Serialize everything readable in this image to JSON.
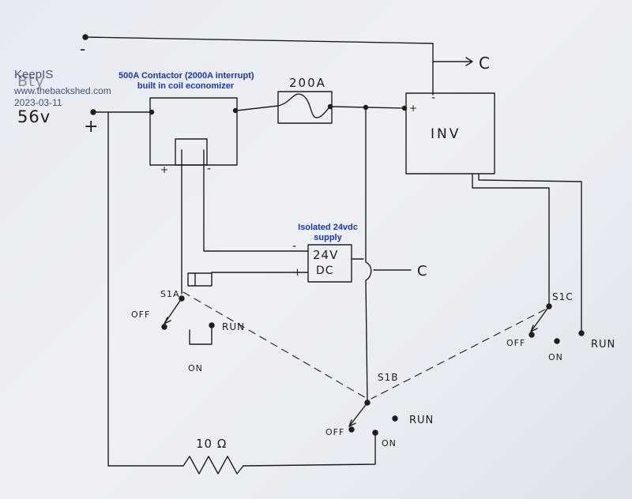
{
  "watermark": {
    "author": "KeepIS",
    "site": "www.thebackshed.com",
    "date": "2023-03-11"
  },
  "labels": {
    "contactor_title": "500A Contactor (2000A interrupt)",
    "contactor_subtitle": "built in coil economizer",
    "supply_title": "Isolated 24vdc",
    "supply_subtitle": "supply"
  },
  "handwriting": {
    "battery_name": "Bty",
    "battery_voltage": "56v",
    "pos_sign": "+",
    "neg_sign": "-",
    "fuse_rating": "200A",
    "inverter": "INV",
    "supply_voltage": "24V",
    "supply_type": "DC",
    "common_top": "C",
    "common_mid": "C",
    "resistor": "10 Ω",
    "switch_a": "S1A",
    "switch_b": "S1B",
    "switch_c": "S1C",
    "off": "OFF",
    "on": "ON",
    "run": "RUN"
  },
  "colors": {
    "ink": "#1e1e1e",
    "label_blue": "#1535c4",
    "paper": "#eceef3"
  }
}
